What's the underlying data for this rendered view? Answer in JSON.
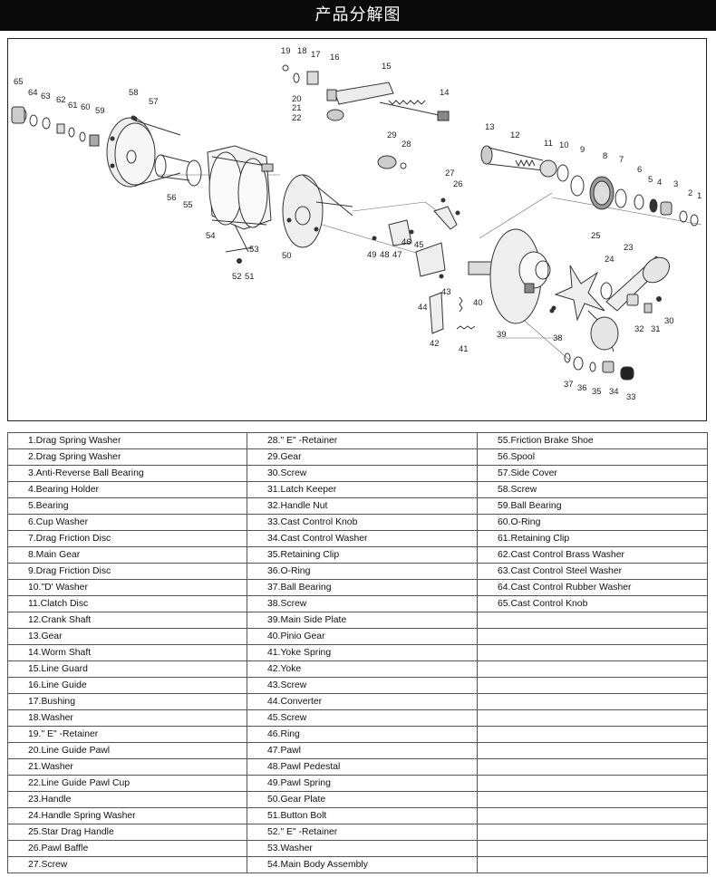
{
  "header": {
    "title": "产品分解图"
  },
  "callouts": [
    "1",
    "2",
    "3",
    "4",
    "5",
    "6",
    "7",
    "8",
    "9",
    "10",
    "11",
    "12",
    "13",
    "14",
    "15",
    "16",
    "17",
    "18",
    "19",
    "20",
    "21",
    "22",
    "23",
    "24",
    "25",
    "26",
    "27",
    "28",
    "29",
    "30",
    "31",
    "32",
    "33",
    "34",
    "35",
    "36",
    "37",
    "38",
    "39",
    "40",
    "41",
    "42",
    "43",
    "44",
    "45",
    "46",
    "47",
    "48",
    "49",
    "50",
    "51",
    "52",
    "53",
    "54",
    "55",
    "56",
    "57",
    "58",
    "59",
    "60",
    "61",
    "62",
    "63",
    "64",
    "65"
  ],
  "parts": {
    "col1": [
      "1.Drag  Spring  Washer",
      "2.Drag  Spring  Washer",
      "3.Anti-Reverse  Ball  Bearing",
      "4.Bearing Holder",
      "5.Bearing",
      "6.Cup Washer",
      "7.Drag  Friction  Disc",
      "8.Main  Gear",
      "9.Drag  Friction  Disc",
      "10.\"D' Washer",
      "11.Clatch Disc",
      "12.Crank  Shaft",
      "13.Gear",
      "14.Worm Shaft",
      "15.Line Guard",
      "16.Line Guide",
      "17.Bushing",
      "18.Washer",
      "19.\"  E\"  -Retainer",
      "20.Line Guide Pawl",
      "21.Washer",
      "22.Line Guide Pawl Cup",
      "23.Handle",
      "24.Handle  Spring  Washer",
      "25.Star  Drag  Handle",
      "26.Pawl Baffle",
      "27.Screw"
    ],
    "col2": [
      "28.\"  E\"  -Retainer",
      "29.Gear",
      "30.Screw",
      "31.Latch  Keeper",
      "32.Handle  Nut",
      "33.Cast   Control  Knob",
      "34.Cast  Control   Washer",
      "35.Retaining  Clip",
      "36.O-Ring",
      "37.Ball  Bearing",
      "38.Screw",
      "39.Main Side Plate",
      "40.Pinio Gear",
      "41.Yoke Spring",
      "42.Yoke",
      "43.Screw",
      "44.Converter",
      "45.Screw",
      "46.Ring",
      "47.Pawl",
      "48.Pawl  Pedestal",
      "49.Pawl  Spring",
      "50.Gear Plate",
      "51.Button Bolt",
      "52.\"  E\"  -Retainer",
      "53.Washer",
      "54.Main Body Assembly"
    ],
    "col3": [
      "55.Friction Brake Shoe",
      "56.Spool",
      "57.Side Cover",
      "58.Screw",
      "59.Ball  Bearing",
      "60.O-Ring",
      "61.Retaining  Clip",
      "62.Cast  Control  Brass   Washer",
      "63.Cast  Control  Steel  Washer",
      "64.Cast  Control  Rubber   Washer",
      "65.Cast    Control  Knob",
      "",
      "",
      "",
      "",
      "",
      "",
      "",
      "",
      "",
      "",
      "",
      "",
      "",
      "",
      "",
      ""
    ]
  }
}
